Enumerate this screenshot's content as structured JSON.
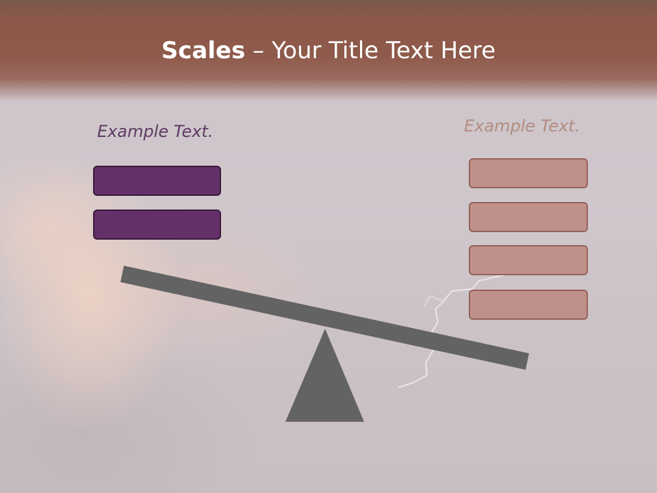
{
  "slide": {
    "title_bold": "Scales",
    "title_rest": " – Your Title Text Here"
  },
  "left": {
    "caption": "Example Text.",
    "box_count": 2,
    "color": "#65306a"
  },
  "right": {
    "caption": "Example Text.",
    "box_count": 4,
    "color": "#c0918a"
  },
  "scale": {
    "beam_color": "#636363",
    "fulcrum_color": "#636363"
  },
  "background": {
    "header_color": "#8e5a4b",
    "sky_color": "#cdc4c9"
  }
}
